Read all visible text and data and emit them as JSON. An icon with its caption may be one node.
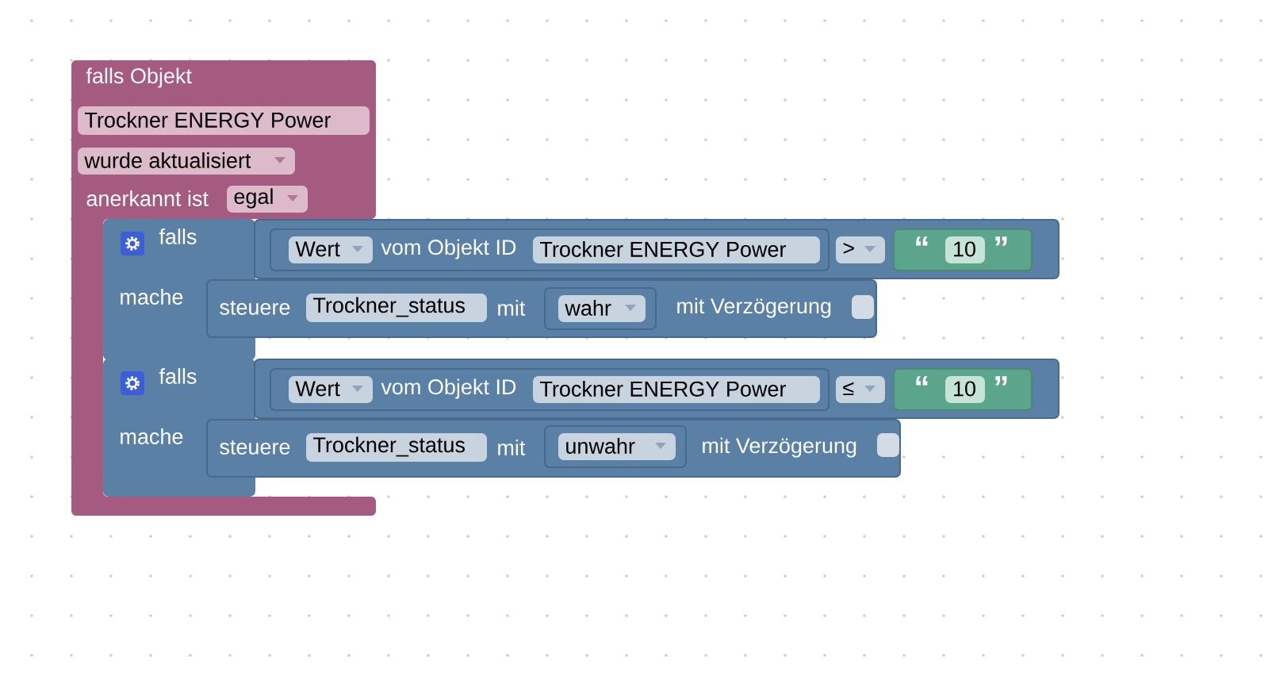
{
  "diagram": {
    "nodes": [
      {
        "text": [
          "falls Objekt",
          "anerkannt ist"
        ]
      },
      {
        "text": [
          "Trockner ENERGY Power"
        ],
        "in": 0
      },
      {
        "text": [
          "wurde aktualisiert"
        ],
        "in": 0
      },
      {
        "text": [
          "egal"
        ],
        "in": 0
      },
      {
        "text": [
          "falls",
          "mache"
        ],
        "in": 0
      },
      {
        "text": [],
        "shape": "box"
      },
      {
        "text": [
          "vom Objekt ID"
        ],
        "in": 5
      },
      {
        "text": [
          "Wert"
        ],
        "in": 6
      },
      {
        "text": [
          "Trockner ENERGY Power"
        ],
        "in": 6
      },
      {
        "text": [
          ">"
        ],
        "in": 5
      },
      {
        "text": [
          "“",
          "”"
        ],
        "in": 5
      },
      {
        "text": [
          "10"
        ],
        "in": 10
      },
      {
        "text": [
          "steuere",
          "mit",
          "mit Verzögerung"
        ]
      },
      {
        "text": [
          "Trockner_status"
        ],
        "in": 12
      },
      {
        "text": [],
        "shape": "box",
        "in": 12
      },
      {
        "text": [
          "wahr"
        ],
        "in": 14
      },
      {
        "text": [],
        "shape": "box",
        "in": 12
      },
      {
        "text": [
          "falls",
          "mache"
        ],
        "in": 0
      },
      {
        "text": [],
        "shape": "box"
      },
      {
        "text": [
          "vom Objekt ID"
        ],
        "in": 18
      },
      {
        "text": [
          "Wert"
        ],
        "in": 19
      },
      {
        "text": [
          "Trockner ENERGY Power"
        ],
        "in": 19
      },
      {
        "text": [
          "≤"
        ],
        "in": 18
      },
      {
        "text": [
          "“",
          "”"
        ],
        "in": 18
      },
      {
        "text": [
          "10"
        ],
        "in": 23
      },
      {
        "text": [
          "steuere",
          "mit",
          "mit Verzögerung"
        ]
      },
      {
        "text": [
          "Trockner_status"
        ],
        "in": 25
      },
      {
        "text": [],
        "shape": "box",
        "in": 25
      },
      {
        "text": [
          "unwahr"
        ],
        "in": 27
      },
      {
        "text": [],
        "shape": "box",
        "in": 25
      }
    ]
  }
}
